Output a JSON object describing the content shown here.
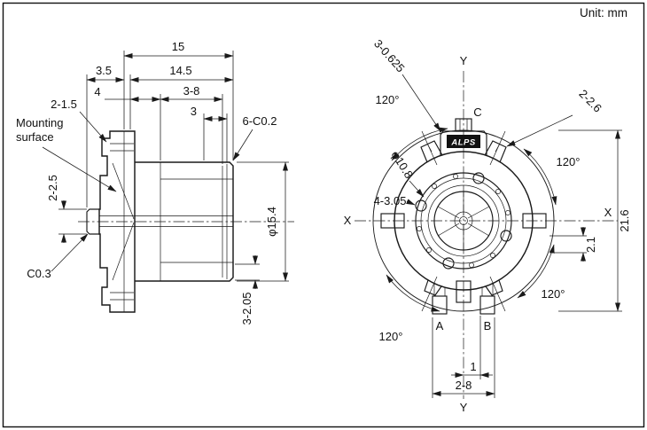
{
  "unit": "Unit: mm",
  "colors": {
    "line": "#1a1a1a",
    "logo_bg": "#111111",
    "logo_text": "#ffffff"
  },
  "side": {
    "dim_15": "15",
    "dim_3_5": "3.5",
    "dim_14_5": "14.5",
    "dim_4": "4",
    "dim_3_8": "3-8",
    "dim_2_1_5": "2-1.5",
    "dim_3": "3",
    "dim_6_c02": "6-C0.2",
    "mounting_line1": "Mounting",
    "mounting_line2": "surface",
    "dim_2_2_5": "2-2.5",
    "dim_dia_15_4": "φ15.4",
    "dim_c03": "C0.3",
    "dim_3_2_05": "3-2.05"
  },
  "front": {
    "axis_y_top": "Y",
    "axis_y_bottom": "Y",
    "axis_x_left": "X",
    "axis_x_right": "X",
    "dim_3_0625": "3-0.625",
    "dim_2_2_6": "2-2.6",
    "dim_dia_10_8": "φ10.8",
    "dim_4_3_05": "4-3.05",
    "dim_21_6": "21.6",
    "dim_2_1": "2.1",
    "angle_top_left": "120°",
    "angle_right": "120°",
    "angle_bottom_right": "120°",
    "angle_bottom_left": "120°",
    "terminal_c": "C",
    "terminal_a": "A",
    "terminal_b": "B",
    "dim_1": "1",
    "dim_2_8": "2-8",
    "brand": "ALPS"
  }
}
